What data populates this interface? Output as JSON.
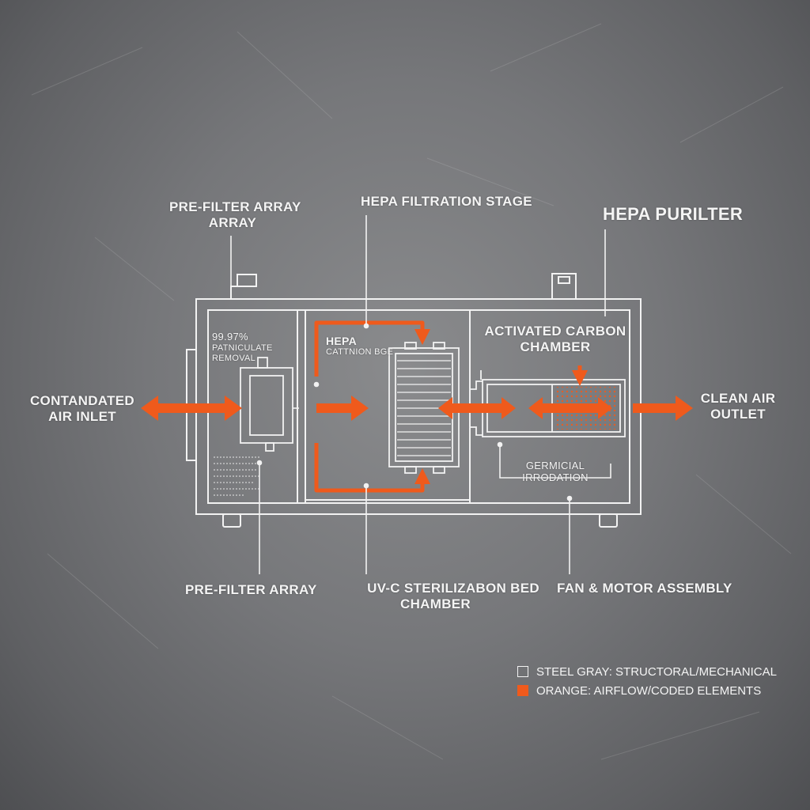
{
  "labels": {
    "prefilter_top_line1": "PRE-FILTER ARRAY",
    "prefilter_top_line2": "ARRAY",
    "hepa_stage": "HEPA FILTRATION STAGE",
    "hepa_purilter": "HEPA PURILTER",
    "contaminated_line1": "CONTANDATED",
    "contaminated_line2": "AIR INLET",
    "clean_line1": "CLEAN AIR",
    "clean_line2": "OUTLET",
    "carbon_line1": "ACTIVATED CARBON",
    "carbon_line2": "CHAMBER",
    "removal_line1": "99.97%",
    "removal_line2": "PATNICULATE",
    "removal_line3": "REMOVAL",
    "hepa_inner_line1": "HEPA",
    "hepa_inner_line2": "CATTNION BGE",
    "germicidal_line1": "GERMICIAL",
    "germicidal_line2": "IRRODATION",
    "prefilter_bottom": "PRE-FILTER ARRAY",
    "uvc_line1": "UV-C STERILIZABON BED",
    "uvc_line2": "CHAMBER",
    "fan_motor": "FAN & MOTOR ASSEMBLY"
  },
  "legend": {
    "steel": "STEEL GRAY: STRUCTORAL/MECHANICAL",
    "orange": "ORANGE: AIRFLOW/CODED ELEMENTS"
  },
  "colors": {
    "steel": "#f2f2f2",
    "orange": "#ef5a1c",
    "background": "#7a7b7e"
  }
}
